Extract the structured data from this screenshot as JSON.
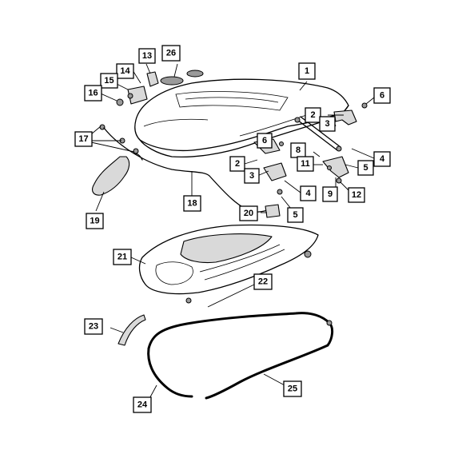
{
  "callouts": [
    {
      "id": "c1",
      "label": "1"
    },
    {
      "id": "c2a",
      "label": "2"
    },
    {
      "id": "c2b",
      "label": "2"
    },
    {
      "id": "c3a",
      "label": "3"
    },
    {
      "id": "c3b",
      "label": "3"
    },
    {
      "id": "c4a",
      "label": "4"
    },
    {
      "id": "c4b",
      "label": "4"
    },
    {
      "id": "c5a",
      "label": "5"
    },
    {
      "id": "c5b",
      "label": "5"
    },
    {
      "id": "c6a",
      "label": "6"
    },
    {
      "id": "c6b",
      "label": "6"
    },
    {
      "id": "c8",
      "label": "8"
    },
    {
      "id": "c9",
      "label": "9"
    },
    {
      "id": "c11",
      "label": "11"
    },
    {
      "id": "c12",
      "label": "12"
    },
    {
      "id": "c13",
      "label": "13"
    },
    {
      "id": "c14",
      "label": "14"
    },
    {
      "id": "c15",
      "label": "15"
    },
    {
      "id": "c16",
      "label": "16"
    },
    {
      "id": "c17",
      "label": "17"
    },
    {
      "id": "c18",
      "label": "18"
    },
    {
      "id": "c19",
      "label": "19"
    },
    {
      "id": "c20",
      "label": "20"
    },
    {
      "id": "c21",
      "label": "21"
    },
    {
      "id": "c22",
      "label": "22"
    },
    {
      "id": "c23",
      "label": "23"
    },
    {
      "id": "c24",
      "label": "24"
    },
    {
      "id": "c25",
      "label": "25"
    },
    {
      "id": "c26",
      "label": "26"
    }
  ],
  "colors": {
    "line": "#000000",
    "background": "#ffffff",
    "shade": "#d9d9d9"
  }
}
